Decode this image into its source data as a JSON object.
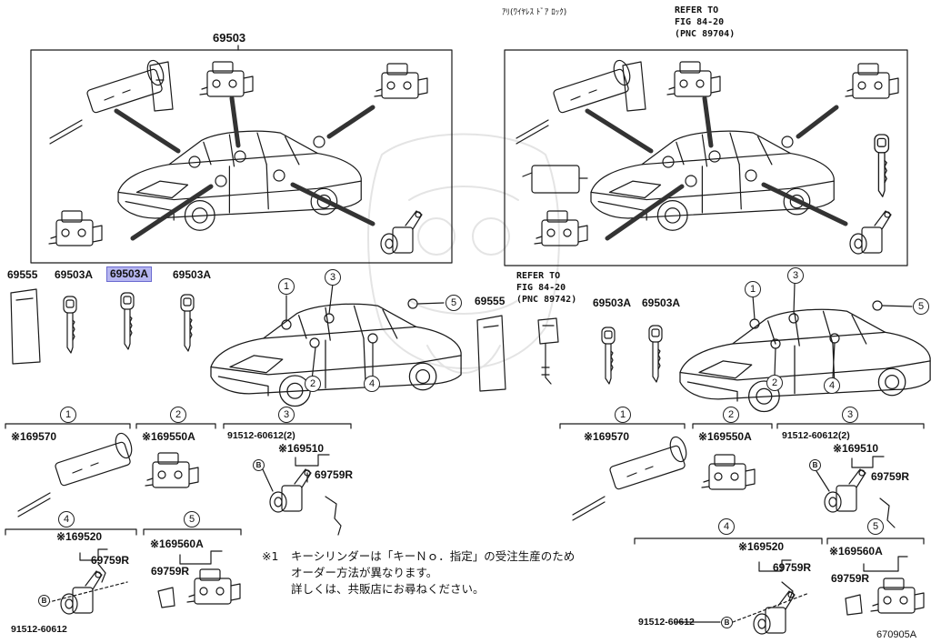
{
  "top_left": {
    "assembly_label": "69503"
  },
  "top_right": {
    "jp_label": "ｱﾘ(ﾜｲﾔﾚｽ ﾄﾞｱ ﾛｯｸ)",
    "refer_lines": [
      "REFER TO",
      "FIG 84-20",
      "(PNC 89704)"
    ]
  },
  "mid_left": {
    "part_labels": [
      "69555",
      "69503A",
      "69503A",
      "69503A"
    ]
  },
  "mid_right": {
    "refer_lines": [
      "REFER TO",
      "FIG 84-20",
      "(PNC 89742)"
    ],
    "part_labels": [
      "69555",
      "69503A",
      "69503A"
    ]
  },
  "callouts": [
    "1",
    "2",
    "3",
    "4",
    "5"
  ],
  "bottom_left": {
    "box1": {
      "num": "1",
      "part": "※169570"
    },
    "box2": {
      "num": "2",
      "part": "※169550A"
    },
    "group3": {
      "num": "3",
      "bolt": "91512-60612(2)",
      "part": "※169510",
      "sub": "69759R",
      "b": "B"
    },
    "box4": {
      "num": "4",
      "part": "※169520",
      "sub": "69759R",
      "bolt": "91512-60612",
      "b": "B"
    },
    "box5": {
      "num": "5",
      "part": "※169560A",
      "sub": "69759R"
    }
  },
  "bottom_right": {
    "box1": {
      "num": "1",
      "part": "※169570"
    },
    "box2": {
      "num": "2",
      "part": "※169550A"
    },
    "box3": {
      "num": "3",
      "bolt": "91512-60612(2)",
      "part": "※169510",
      "sub": "69759R",
      "b": "B",
      "five": "5"
    },
    "box4": {
      "num": "4",
      "part": "※169520",
      "sub": "69759R",
      "bolt": "91512-60612",
      "b": "B"
    },
    "box5": {
      "part": "※169560A",
      "sub": "69759R"
    }
  },
  "footnote": {
    "marker": "※1",
    "lines": [
      "キーシリンダーは「キーＮｏ．指定」の受注生産のため",
      "オーダー方法が異なります。",
      "詳しくは、共販店にお尋ねください。"
    ]
  },
  "figure_code": "670905A"
}
